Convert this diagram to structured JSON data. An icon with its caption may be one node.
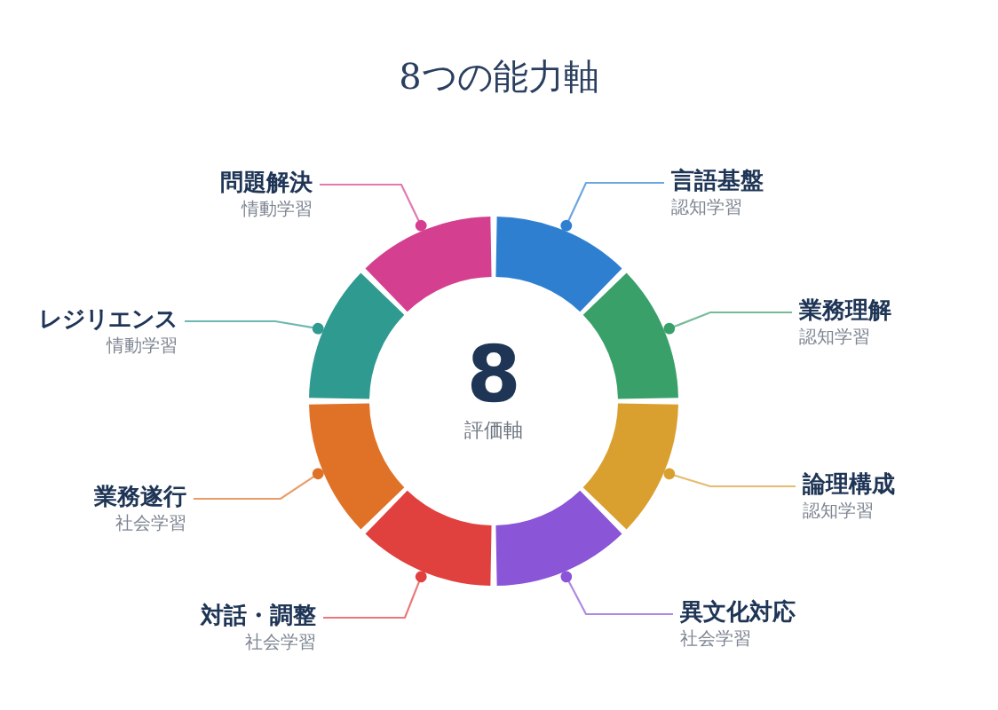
{
  "diagram": {
    "title": "8つの能力軸",
    "nodes": [
      {
        "text": [
          "言語基盤",
          "認知学習"
        ]
      },
      {
        "text": [
          "業務理解",
          "認知学習"
        ]
      },
      {
        "text": [
          "論理構成",
          "認知学習"
        ]
      },
      {
        "text": [
          "異文化対応",
          "社会学習"
        ]
      },
      {
        "text": [
          "対話・調整",
          "社会学習"
        ]
      },
      {
        "text": [
          "業務遂行",
          "社会学習"
        ]
      },
      {
        "text": [
          "レジリエンス",
          "情動学習"
        ]
      },
      {
        "text": [
          "問題解決",
          "情動学習"
        ]
      },
      {
        "text": [],
        "shape": "segment"
      },
      {
        "text": [],
        "shape": "segment"
      },
      {
        "text": [],
        "shape": "segment"
      },
      {
        "text": [],
        "shape": "segment"
      },
      {
        "text": [],
        "shape": "segment"
      },
      {
        "text": [],
        "shape": "segment"
      },
      {
        "text": [],
        "shape": "segment"
      },
      {
        "text": [],
        "shape": "segment"
      }
    ],
    "edges": [
      {
        "from": 0,
        "to": 8,
        "arrow": "other",
        "color": "#2f7fd1"
      },
      {
        "from": 1,
        "to": 9,
        "arrow": "other",
        "color": "#3aa06a"
      },
      {
        "from": 2,
        "to": 10,
        "arrow": "other",
        "color": "#d9a030"
      },
      {
        "from": 3,
        "to": 11,
        "arrow": "other",
        "color": "#8a55d6"
      },
      {
        "from": 4,
        "to": 12,
        "arrow": "other",
        "color": "#e0403e"
      },
      {
        "from": 5,
        "to": 13,
        "arrow": "other",
        "color": "#e07228"
      },
      {
        "from": 6,
        "to": 14,
        "arrow": "other",
        "color": "#2f9a90"
      },
      {
        "from": 7,
        "to": 15,
        "arrow": "other",
        "color": "#d4408f"
      }
    ],
    "labels": [
      "8",
      "評価軸"
    ]
  }
}
